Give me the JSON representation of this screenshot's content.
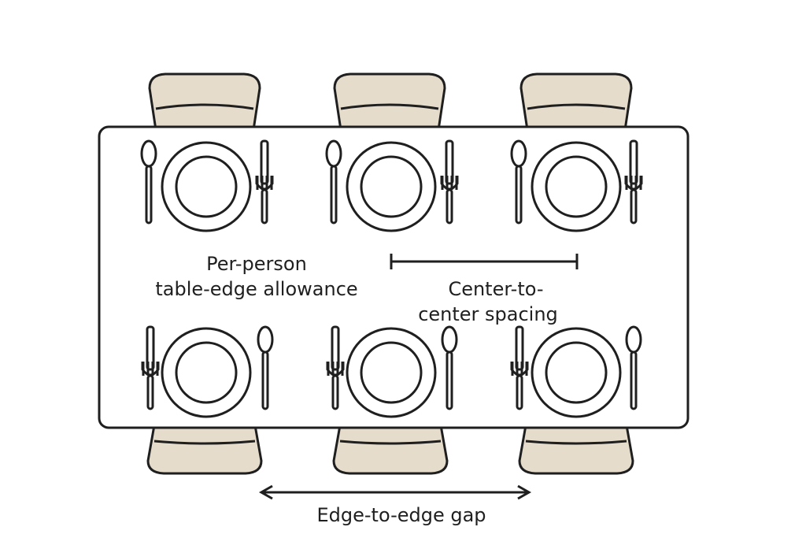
{
  "diagram": {
    "labels": {
      "allowance_line1": "Per-person",
      "allowance_line2": "table-edge allowance",
      "spacing_line1": "Center-to-",
      "spacing_line2": "center spacing",
      "gap": "Edge-to-edge gap"
    },
    "colors": {
      "outline": "#1f1f1f",
      "chair_fill": "#e6dccb",
      "table_fill": "#ffffff",
      "background": "#ffffff"
    }
  }
}
